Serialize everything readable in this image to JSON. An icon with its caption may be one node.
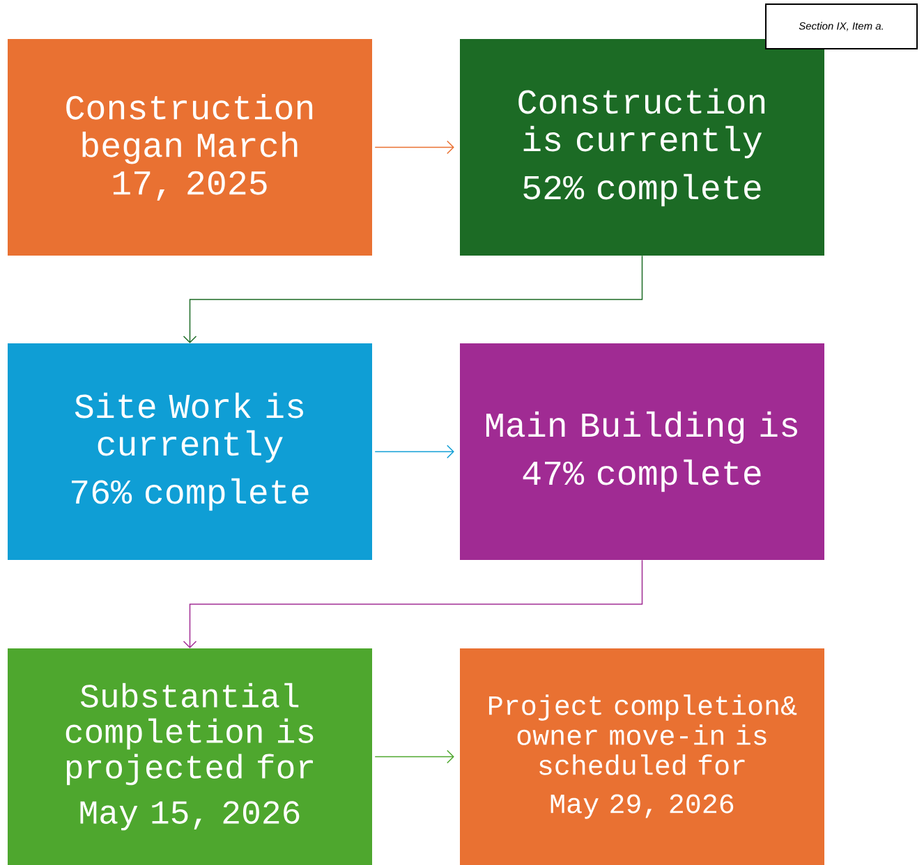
{
  "diagram": {
    "nodes": [
      {
        "text": [
          "Construction began March 17, 2025"
        ]
      },
      {
        "text": [
          "Construction is currently",
          "52% complete"
        ]
      },
      {
        "text": [
          "Site Work is currently",
          "76% complete"
        ]
      },
      {
        "text": [
          "Main Building is",
          "47% complete"
        ]
      },
      {
        "text": [
          "Substantial completion is projected for",
          "May 15, 2026"
        ]
      },
      {
        "text": [
          "Project completion& owner move-in is scheduled for",
          "May 29, 2026"
        ]
      },
      {
        "text": [
          "Section IX, Item a."
        ]
      }
    ],
    "edges": [
      {
        "from": 0,
        "to": 1,
        "arrow": "to",
        "color": "#e97132"
      },
      {
        "from": 1,
        "to": 2,
        "arrow": "to",
        "color": "#1c6b25"
      },
      {
        "from": 2,
        "to": 3,
        "arrow": "to",
        "color": "#0f9ed5"
      },
      {
        "from": 3,
        "to": 4,
        "arrow": "to",
        "color": "#a02b93"
      },
      {
        "from": 4,
        "to": 5,
        "arrow": "to",
        "color": "#4ea72e"
      }
    ]
  }
}
